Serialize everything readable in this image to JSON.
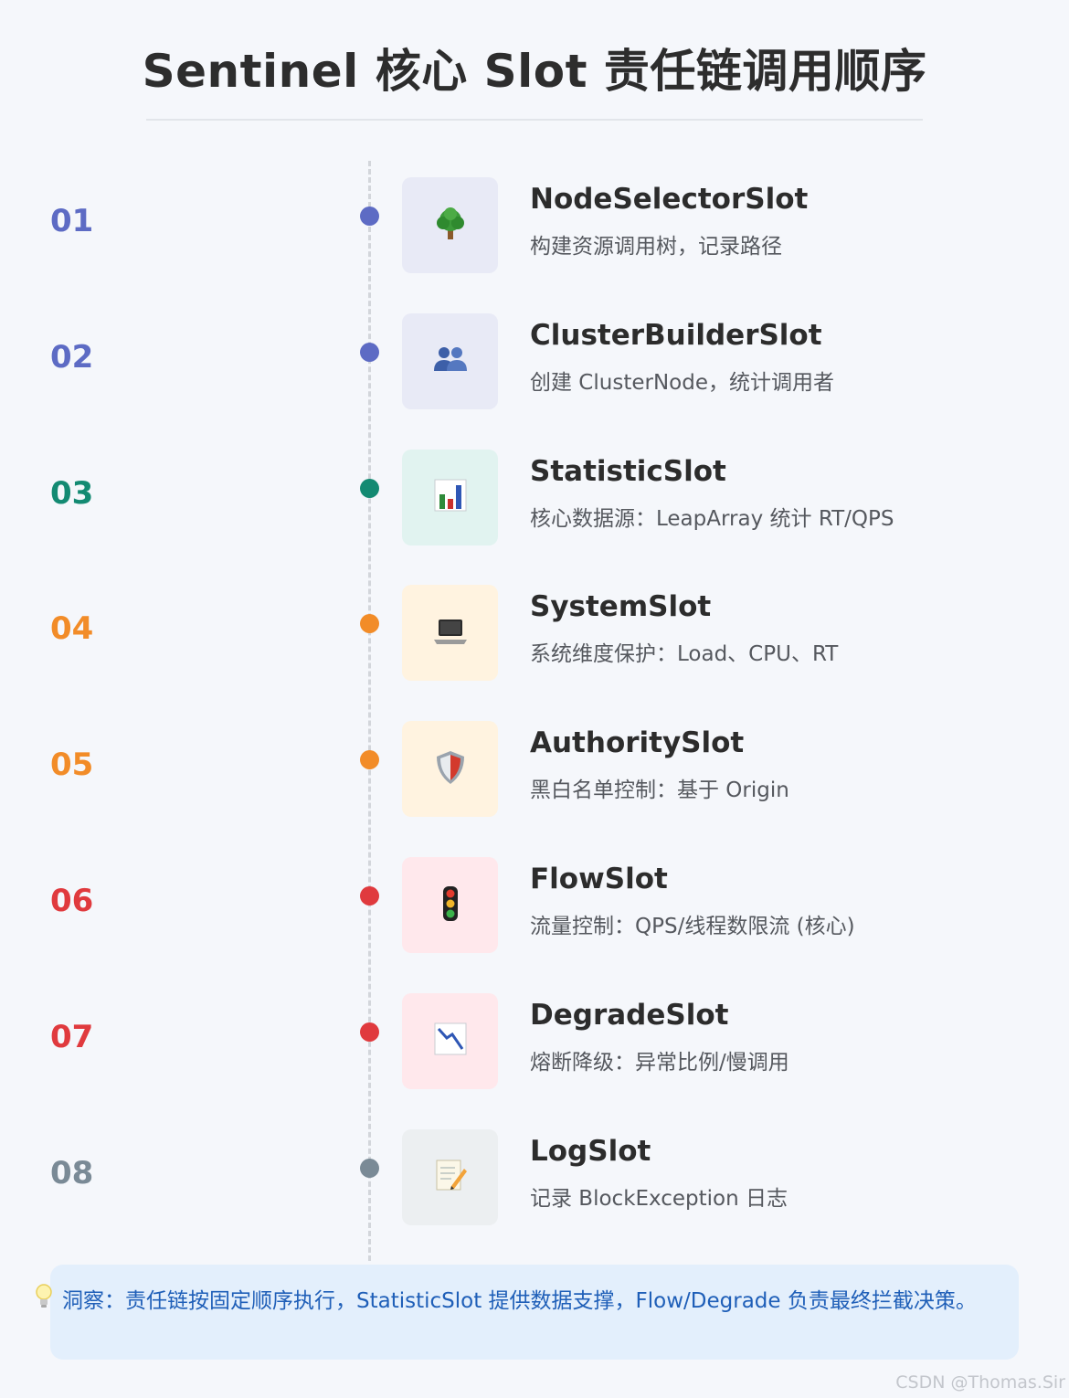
{
  "title": "Sentinel 核心 Slot 责任链调用顺序",
  "steps": [
    {
      "num": "01",
      "name": "NodeSelectorSlot",
      "desc": "构建资源调用树，记录路径",
      "icon": "tree-icon",
      "color": "#5d6bc4",
      "bg": "#e8eaf6"
    },
    {
      "num": "02",
      "name": "ClusterBuilderSlot",
      "desc": "创建 ClusterNode，统计调用者",
      "icon": "users-icon",
      "color": "#5d6bc4",
      "bg": "#e8eaf6"
    },
    {
      "num": "03",
      "name": "StatisticSlot",
      "desc": "核心数据源：LeapArray 统计 RT/QPS",
      "icon": "bar-chart-icon",
      "color": "#138a72",
      "bg": "#e1f3f0"
    },
    {
      "num": "04",
      "name": "SystemSlot",
      "desc": "系统维度保护：Load、CPU、RT",
      "icon": "laptop-icon",
      "color": "#f28c28",
      "bg": "#fff3e0"
    },
    {
      "num": "05",
      "name": "AuthoritySlot",
      "desc": "黑白名单控制：基于 Origin",
      "icon": "shield-icon",
      "color": "#f28c28",
      "bg": "#fff3e0"
    },
    {
      "num": "06",
      "name": "FlowSlot",
      "desc": "流量控制：QPS/线程数限流 (核心)",
      "icon": "traffic-light-icon",
      "color": "#e03a3e",
      "bg": "#ffe8ec"
    },
    {
      "num": "07",
      "name": "DegradeSlot",
      "desc": "熔断降级：异常比例/慢调用",
      "icon": "chart-decreasing-icon",
      "color": "#e03a3e",
      "bg": "#ffe8ec"
    },
    {
      "num": "08",
      "name": "LogSlot",
      "desc": "记录 BlockException 日志",
      "icon": "memo-icon",
      "color": "#7a8a96",
      "bg": "#eceff1"
    }
  ],
  "insight": "洞察：责任链按固定顺序执行，StatisticSlot 提供数据支撑，Flow/Degrade 负责最终拦截决策。",
  "watermark": "CSDN @Thomas.Sir"
}
